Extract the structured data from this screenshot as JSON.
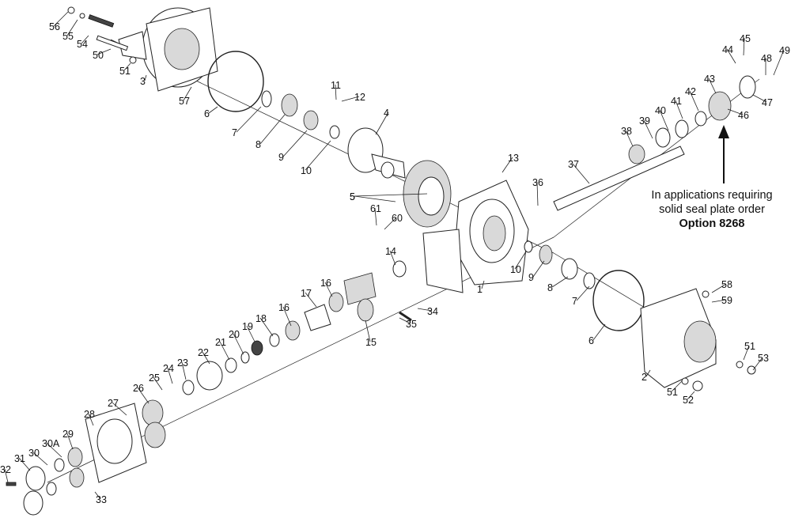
{
  "diagram": {
    "labels": [
      "1",
      "2",
      "3",
      "4",
      "5",
      "6",
      "7",
      "8",
      "9",
      "10",
      "11",
      "12",
      "13",
      "14",
      "15",
      "16",
      "17",
      "18",
      "19",
      "20",
      "21",
      "22",
      "23",
      "24",
      "25",
      "26",
      "27",
      "28",
      "29",
      "30",
      "30A",
      "31",
      "32",
      "33",
      "34",
      "35",
      "36",
      "37",
      "38",
      "39",
      "40",
      "41",
      "42",
      "43",
      "44",
      "45",
      "46",
      "47",
      "48",
      "49",
      "50",
      "51",
      "52",
      "53",
      "54",
      "55",
      "56",
      "57",
      "58",
      "59",
      "60",
      "61"
    ]
  },
  "note": {
    "line1": "In applications requiring",
    "line2": "solid seal plate order",
    "line3": "Option 8268"
  }
}
